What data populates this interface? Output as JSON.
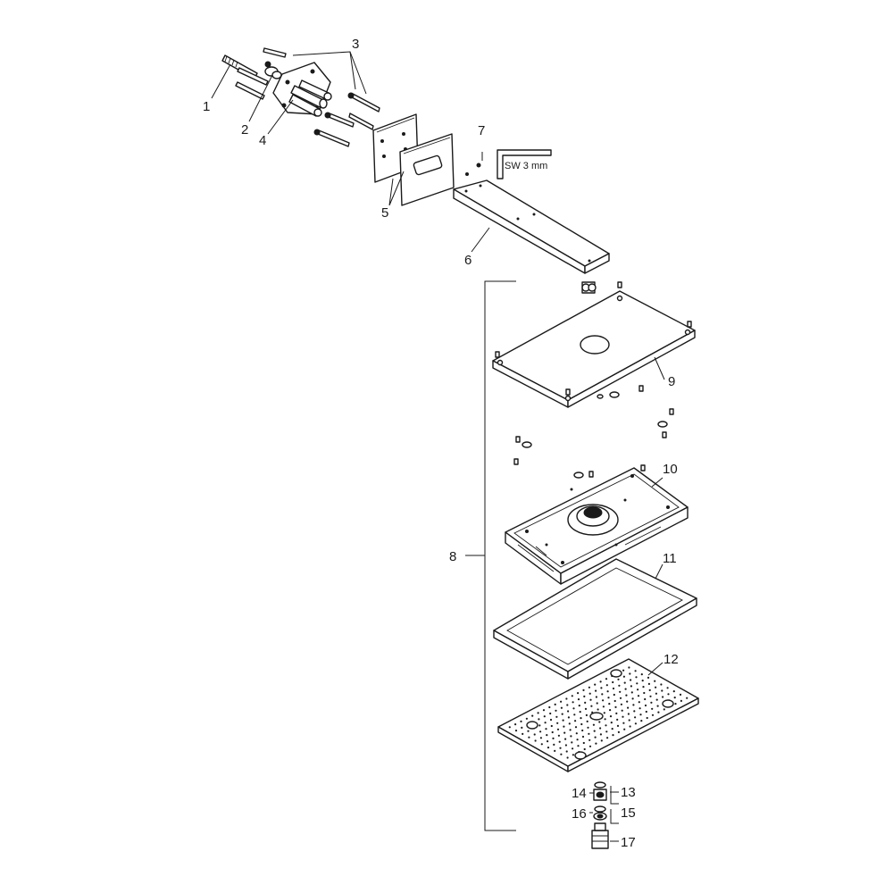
{
  "labels": {
    "p1": "1",
    "p2": "2",
    "p3": "3",
    "p4": "4",
    "p5": "5",
    "p6": "6",
    "p7": "7",
    "p8": "8",
    "p9": "9",
    "p10": "10",
    "p11": "11",
    "p12": "12",
    "p13": "13",
    "p14": "14",
    "p15": "15",
    "p16": "16",
    "p17": "17"
  },
  "wrench_label": "SW 3 mm",
  "colors": {
    "line": "#1a1a1a",
    "background": "#ffffff"
  }
}
